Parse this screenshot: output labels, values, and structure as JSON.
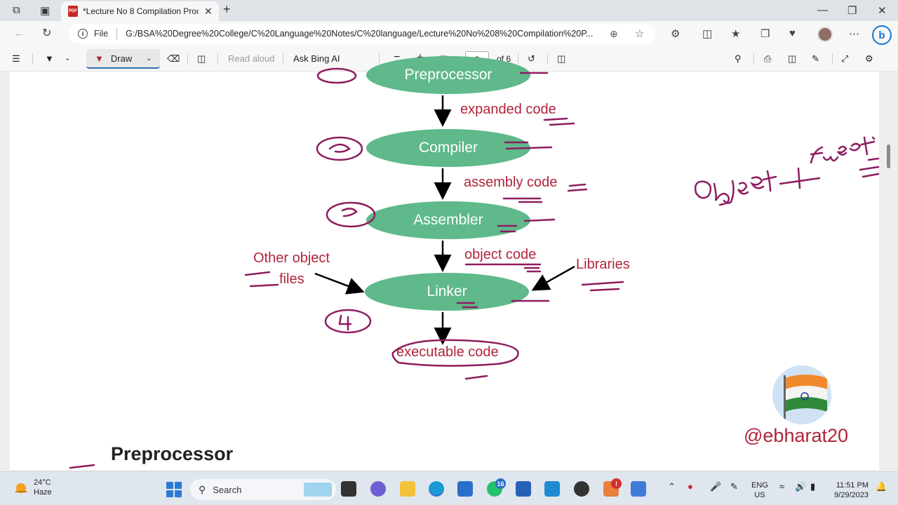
{
  "browser": {
    "tab_title": "*Lecture No 8 Compilation Proce",
    "file_label": "File",
    "url": "G:/BSA%20Degree%20College/C%20Language%20Notes/C%20language/Lecture%20No%208%20Compilation%20P..."
  },
  "pdf_toolbar": {
    "draw_label": "Draw",
    "read_aloud": "Read aloud",
    "ask_bing": "Ask Bing AI",
    "page_number": "2",
    "page_total": "of 6"
  },
  "diagram": {
    "nodes": [
      "Preprocessor",
      "Compiler",
      "Assembler",
      "Linker"
    ],
    "edge_labels": [
      "expanded code",
      "assembly code",
      "object code"
    ],
    "other_inputs_left": [
      "Other object",
      "files"
    ],
    "other_input_right": "Libraries",
    "output": "executable code"
  },
  "document": {
    "section_heading": "Preprocessor"
  },
  "overlay": {
    "watermark": "@ebharat20"
  },
  "taskbar": {
    "temperature": "24°C",
    "weather": "Haze",
    "search_label": "Search",
    "badge_whatsapp": "16",
    "badge_alert": "!",
    "lang_line1": "ENG",
    "lang_line2": "US",
    "time": "11:51 PM",
    "date": "9/29/2023"
  },
  "colors": {
    "node_fill": "#5fb98a",
    "label_red": "#b0243b",
    "ink_magenta": "#8e1c5f"
  }
}
